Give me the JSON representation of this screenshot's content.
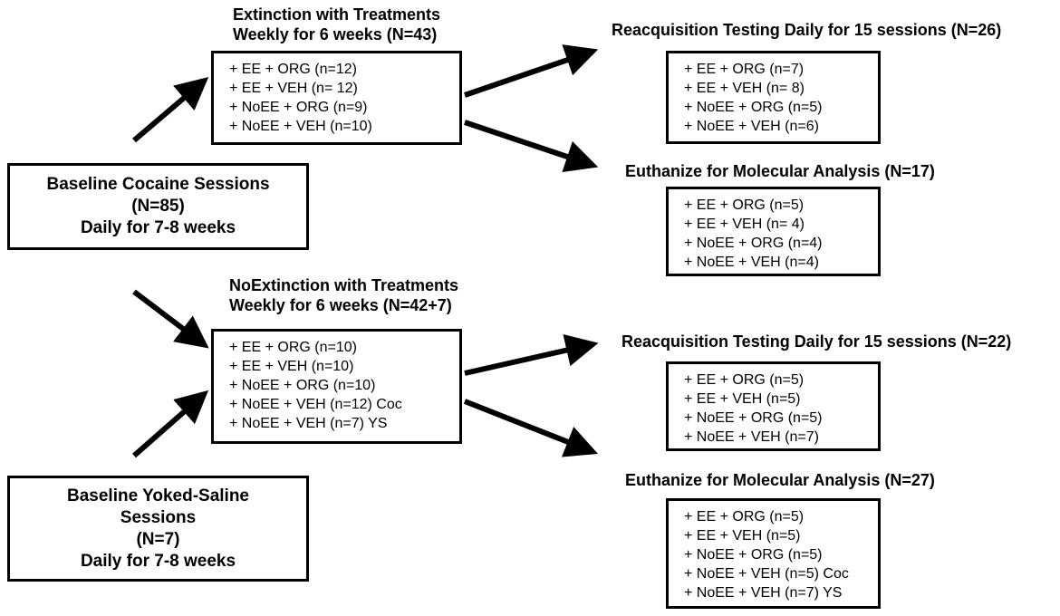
{
  "baseline_cocaine": {
    "lines": [
      "Baseline Cocaine Sessions",
      "(N=85)",
      "Daily for 7-8 weeks"
    ]
  },
  "baseline_saline": {
    "lines": [
      "Baseline Yoked-Saline",
      "Sessions",
      "(N=7)",
      "Daily for 7-8 weeks"
    ]
  },
  "extinction": {
    "title_line1": "Extinction with Treatments",
    "title_line2": "Weekly for 6 weeks  (N=43)",
    "items": [
      "+ EE + ORG (n=12)",
      "+ EE + VEH (n= 12)",
      "+ NoEE + ORG (n=9)",
      "+ NoEE + VEH (n=10)"
    ]
  },
  "noextinction": {
    "title_line1": "NoExtinction with Treatments",
    "title_line2": "Weekly for 6 weeks  (N=42+7)",
    "items": [
      "+ EE + ORG (n=10)",
      "+ EE + VEH (n=10)",
      "+ NoEE + ORG (n=10)",
      "+ NoEE + VEH (n=12) Coc",
      "+ NoEE + VEH (n=7) YS"
    ]
  },
  "reacq_top": {
    "title": "Reacquisition Testing Daily for 15 sessions (N=26)",
    "items": [
      "+ EE + ORG (n=7)",
      "+ EE + VEH (n= 8)",
      "+ NoEE + ORG (n=5)",
      "+ NoEE + VEH (n=6)"
    ]
  },
  "euth_top": {
    "title": "Euthanize for Molecular Analysis (N=17)",
    "items": [
      "+ EE + ORG (n=5)",
      "+ EE + VEH (n= 4)",
      "+ NoEE + ORG (n=4)",
      "+ NoEE + VEH (n=4)"
    ]
  },
  "reacq_bottom": {
    "title": "Reacquisition Testing Daily for 15 sessions (N=22)",
    "items": [
      "+ EE + ORG (n=5)",
      "+ EE + VEH (n=5)",
      "+ NoEE + ORG (n=5)",
      "+ NoEE + VEH (n=7)"
    ]
  },
  "euth_bottom": {
    "title": "Euthanize for Molecular Analysis  (N=27)",
    "items": [
      "+ EE + ORG (n=5)",
      "+ EE + VEH (n=5)",
      "+ NoEE + ORG (n=5)",
      "+ NoEE + VEH (n=5) Coc",
      "+ NoEE + VEH (n=7) YS"
    ]
  }
}
